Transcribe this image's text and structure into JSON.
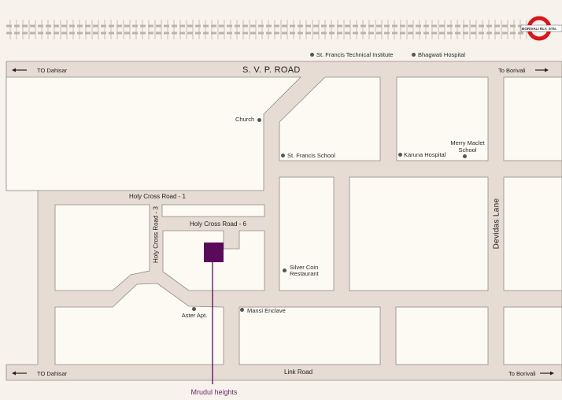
{
  "station": {
    "label": "BORIVALI RLY. STN.",
    "ring_color": "#d9161c"
  },
  "roads": {
    "svp_road": "S. V. P. ROAD",
    "link_road": "Link Road",
    "holy_cross_1": "Holy Cross Road - 1",
    "holy_cross_3": "Holy Cross Road - 3",
    "holy_cross_6": "Holy Cross Road - 6",
    "devidas_lane": "Devidas Lane"
  },
  "directions": {
    "top_left": "TO Dahisar",
    "top_right": "To Borivali",
    "bottom_left": "TO Dahisar",
    "bottom_right": "To Borivali"
  },
  "landmarks": {
    "st_francis_tech": "St. Francis Technical Institute",
    "bhagwati": "Bhagwati Hospital",
    "church": "Church",
    "st_francis_school": "St. Francis School",
    "karuna": "Karuna Hospital",
    "merry_maclet_1": "Merry Maclet",
    "merry_maclet_2": "School",
    "silver_coin_1": "Silver Coin",
    "silver_coin_2": "Restaurant",
    "aster": "Aster Apt.",
    "mansi": "Mansi Enclave"
  },
  "project": {
    "label": "Mrudul heights",
    "color": "#5a0a5a"
  },
  "colors": {
    "road": "#e6dcd4",
    "block": "#fcfaf3",
    "edge": "#8f8a86"
  }
}
